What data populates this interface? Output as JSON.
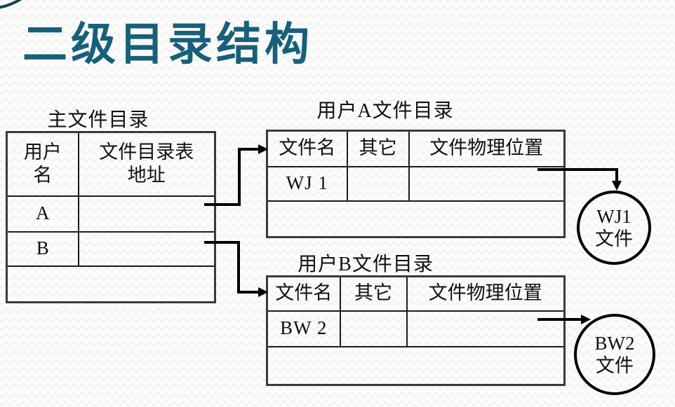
{
  "slide_title": "二级目录结构",
  "master_directory": {
    "caption": "主文件目录",
    "col_headers": [
      "用户\n名",
      "文件目录表\n地址"
    ],
    "rows": [
      {
        "user_name": "A"
      },
      {
        "user_name": "B"
      }
    ]
  },
  "user_a_directory": {
    "caption": "用户A文件目录",
    "col_headers": [
      "文件名",
      "其它",
      "文件物理位置"
    ],
    "rows": [
      {
        "file_name": "WJ 1"
      }
    ]
  },
  "user_b_directory": {
    "caption": "用户B文件目录",
    "col_headers": [
      "文件名",
      "其它",
      "文件物理位置"
    ],
    "rows": [
      {
        "file_name": "BW 2"
      }
    ]
  },
  "file_nodes": [
    {
      "line1": "WJ1",
      "line2": "文件"
    },
    {
      "line1": "BW2",
      "line2": "文件"
    }
  ],
  "colors": {
    "title": "#17607a",
    "diagram_line": "#000000",
    "corner_arc": "#134050"
  }
}
